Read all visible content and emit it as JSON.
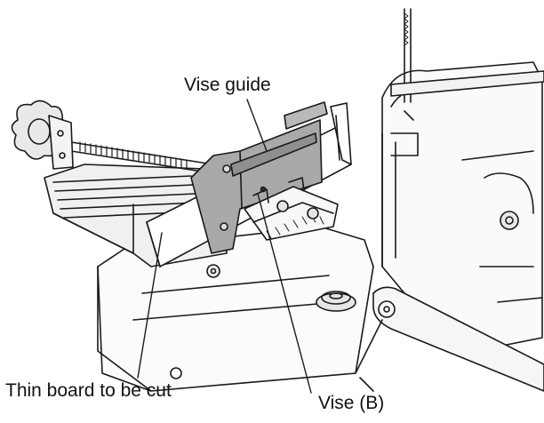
{
  "labels": {
    "vise_guide": "Vise guide",
    "thin_board": "Thin board to be cut",
    "vise_b": "Vise (B)"
  }
}
